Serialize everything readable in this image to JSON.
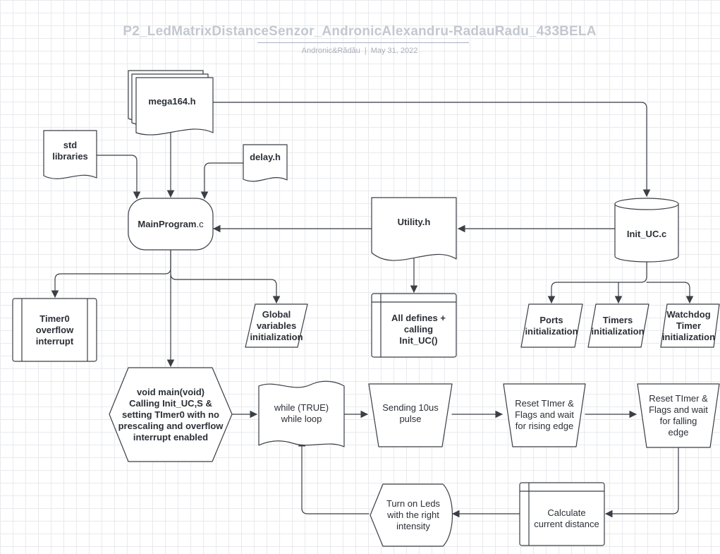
{
  "header": {
    "title": "P2_LedMatrixDistanceSenzor_AndronicAlexandru-RadauRadu_433BELA",
    "authors": "Andronic&Rădău",
    "separator": "|",
    "date": "May 31, 2022"
  },
  "nodes": {
    "mega164": {
      "label": "mega164.h"
    },
    "std_libraries": {
      "line1": "std",
      "line2": "libraries"
    },
    "delay": {
      "label": "delay.h"
    },
    "main_program": {
      "name": "MainProgram",
      "ext": ".c"
    },
    "utility": {
      "label": "Utility.h"
    },
    "init_uc": {
      "label": "Init_UC.c"
    },
    "timer0": {
      "line1": "Timer0",
      "line2": "overflow",
      "line3": "interrupt"
    },
    "global_vars": {
      "line1": "Global",
      "line2": "variables",
      "line3": "initialization"
    },
    "all_defines": {
      "line1": "All defines +",
      "line2": "calling",
      "line3": "Init_UC()"
    },
    "ports": {
      "line1": "Ports",
      "line2": "initialization"
    },
    "timers": {
      "line1": "Timers",
      "line2": "initialization"
    },
    "watchdog": {
      "line1": "Watchdog",
      "line2": "Timer",
      "line3": "initialization"
    },
    "void_main": {
      "line1": "void main(void)",
      "line2": "Calling Init_UC,S &",
      "line3": "setting TImer0 with no",
      "line4": "prescaling and overflow",
      "line5": "interrupt enabled"
    },
    "while_loop": {
      "line1": "while (TRUE)",
      "line2": "while loop"
    },
    "send_pulse": {
      "line1": "Sending 10us",
      "line2": "pulse"
    },
    "reset_rising": {
      "line1": "Reset TImer &",
      "line2": "Flags and wait",
      "line3": "for rising edge"
    },
    "reset_falling": {
      "line1": "Reset TImer &",
      "line2": "Flags and wait",
      "line3": "for falling",
      "line4": "edge"
    },
    "calc_distance": {
      "line1": "Calculate",
      "line2": "current distance"
    },
    "turn_on_leds": {
      "line1": "Turn on Leds",
      "line2": "with the right",
      "line3": "intensity"
    }
  },
  "colors": {
    "stroke": "#3a3e45",
    "fill": "#ffffff",
    "text": "#2b2f36",
    "title": "#c3c8d0",
    "subtitle": "#a9aeb8",
    "grid": "#e9eaee"
  }
}
